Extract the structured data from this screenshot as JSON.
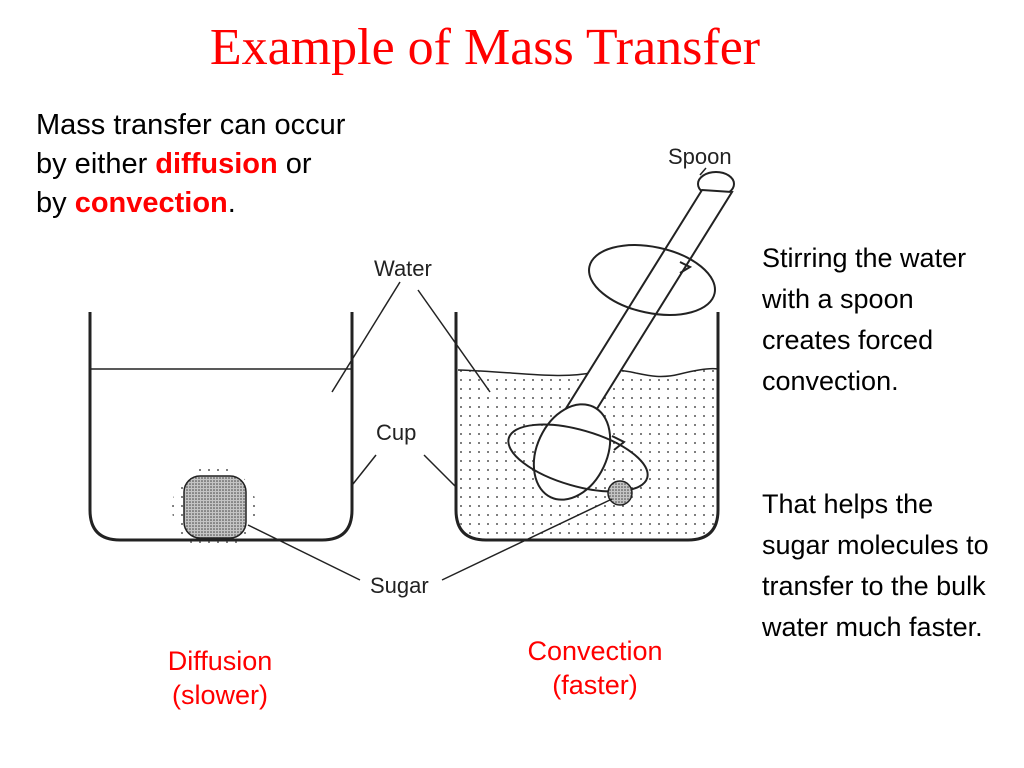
{
  "slide": {
    "title": "Example of Mass Transfer",
    "intro": {
      "line1": "Mass transfer can occur",
      "line2_pre": "by either ",
      "line2_hl": "diffusion",
      "line2_post": " or",
      "line3_pre": "by ",
      "line3_hl": "convection",
      "line3_post": "."
    },
    "side_text_1": "Stirring the water with a spoon creates forced convection.",
    "side_text_2": "That helps the sugar molecules to transfer to the bulk water much faster.",
    "caption_left": {
      "line1": "Diffusion",
      "line2": "(slower)"
    },
    "caption_right": {
      "line1": "Convection",
      "line2": "(faster)"
    },
    "colors": {
      "accent": "#ff0000",
      "text": "#000000"
    }
  },
  "diagram": {
    "label_water": "Water",
    "label_cup": "Cup",
    "label_sugar": "Sugar",
    "label_spoon": "Spoon"
  }
}
